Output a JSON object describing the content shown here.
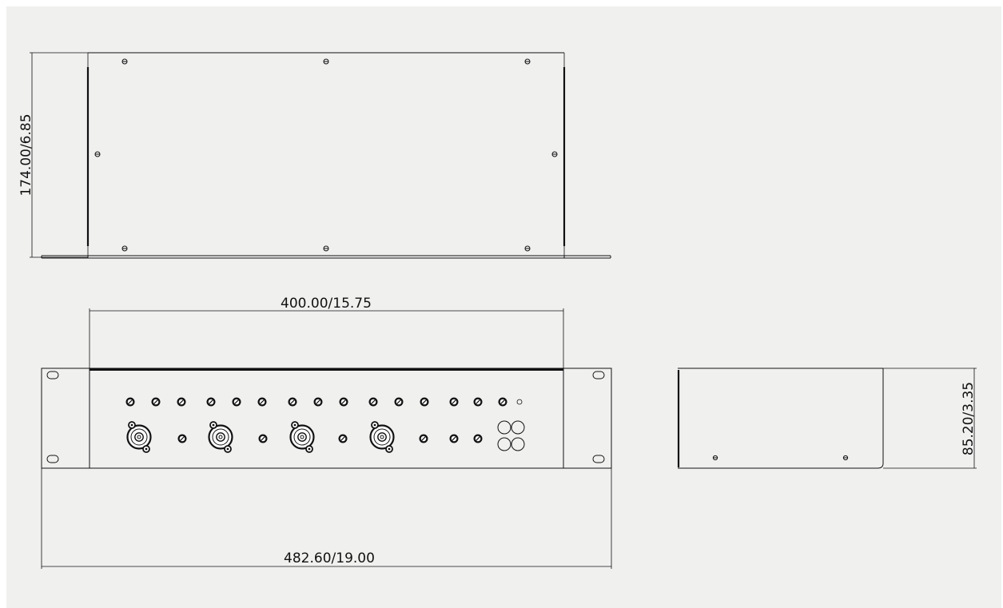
{
  "dimensions": {
    "height_top": "174.00/6.85",
    "width_inner": "400.00/15.75",
    "width_overall": "482.60/19.00",
    "height_side": "85.20/3.35"
  },
  "colors": {
    "background": "#f0f1ef",
    "line": "#111111"
  }
}
